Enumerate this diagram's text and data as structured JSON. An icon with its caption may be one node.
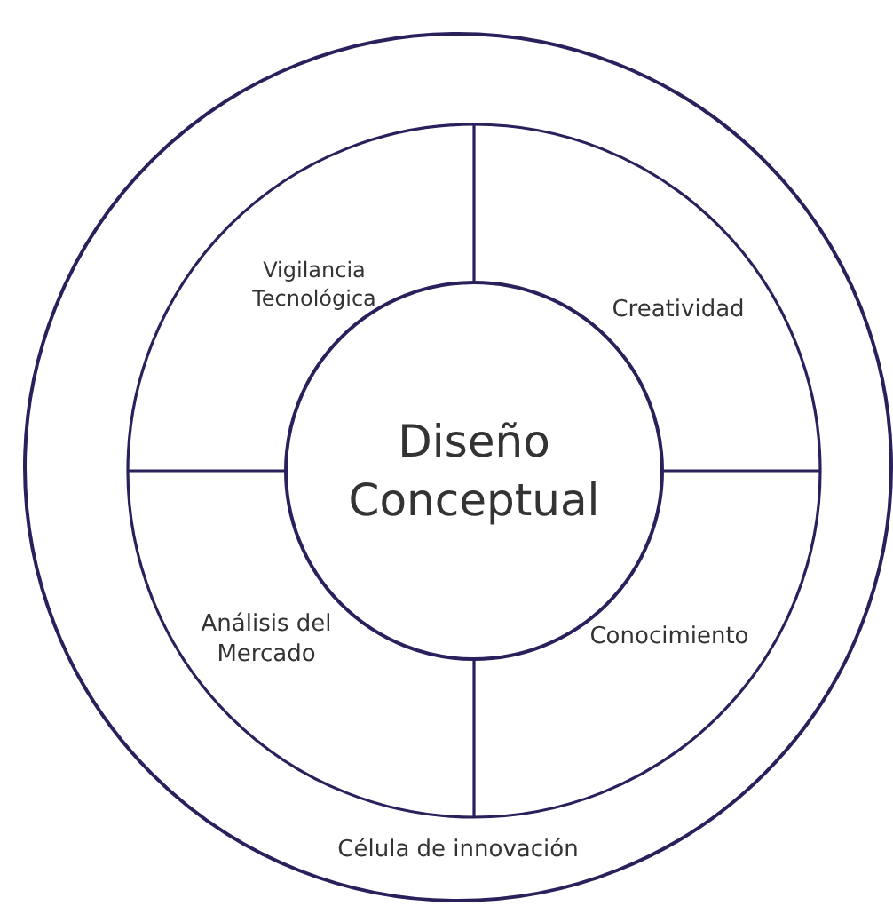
{
  "diagram": {
    "nodes": [
      {
        "text": [
          "Célula de innovación"
        ]
      },
      {
        "text": [
          "Vigilancia Tecnológica"
        ],
        "in": 0
      },
      {
        "text": [
          "Creatividad"
        ],
        "in": 0
      },
      {
        "text": [
          "Análisis del Mercado"
        ],
        "in": 0
      },
      {
        "text": [
          "Conocimiento"
        ],
        "in": 0
      },
      {
        "text": [
          "Diseño Conceptual"
        ],
        "in": 0
      }
    ]
  }
}
